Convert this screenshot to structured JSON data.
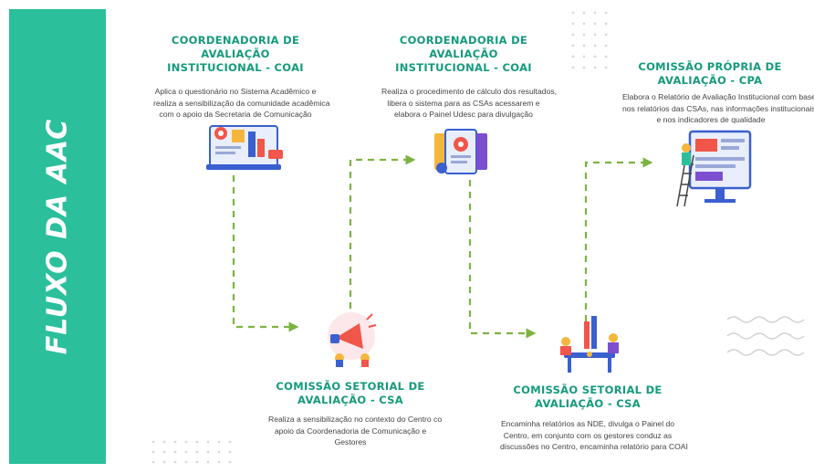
{
  "sidebar": {
    "title": "FLUXO DA AAC"
  },
  "nodes": {
    "coai_1": {
      "title": [
        "COORDENADORIA DE",
        "AVALIAÇÃO",
        "INSTITUCIONAL - COAI"
      ],
      "description": [
        "Aplica o questionário no Sistema Acadêmico e",
        "realiza a sensibilização da comunidade acadêmica",
        "com o apoio da Secretaria de Comunicação"
      ],
      "icon": "survey-dashboard-icon"
    },
    "csa_1": {
      "title": [
        "COMISSÃO SETORIAL DE",
        "AVALIAÇÃO - CSA"
      ],
      "description": [
        "Realiza a sensibilização no contexto do Centro co",
        "apoio da Coordenadoria de Comunicação e",
        "Gestores"
      ],
      "icon": "megaphone-icon"
    },
    "coai_2": {
      "title": [
        "COORDENADORIA DE",
        "AVALIAÇÃO",
        "INSTITUCIONAL - COAI"
      ],
      "description": [
        "Realiza o procedimento de cálculo dos resultados,",
        "libera o sistema para as CSAs acessarem e",
        "elabora o Painel Udesc para divulgação"
      ],
      "icon": "document-gears-icon"
    },
    "csa_2": {
      "title": [
        "COMISSÃO SETORIAL DE",
        "AVALIAÇÃO - CSA"
      ],
      "description": [
        "Encaminha relatórios as NDE, divulga o Painel do",
        "Centro, em conjunto com os gestores conduz as",
        "discussões no Centro, encaminha relatório para COAI"
      ],
      "icon": "team-meeting-icon"
    },
    "cpa": {
      "title": [
        "COMISSÃO PRÓPRIA DE",
        "AVALIAÇÃO - CPA"
      ],
      "description": [
        "Elabora o Relatório de Avaliação Institucional com base",
        "nos relatórios das CSAs, nas informações institucionais e",
        "e nos indicadores de qualidade"
      ],
      "icon": "report-screen-icon"
    }
  },
  "colors": {
    "sidebar": "#2bbf9c",
    "title": "#159a7c",
    "arrow": "#7cb342",
    "text": "#444444"
  }
}
